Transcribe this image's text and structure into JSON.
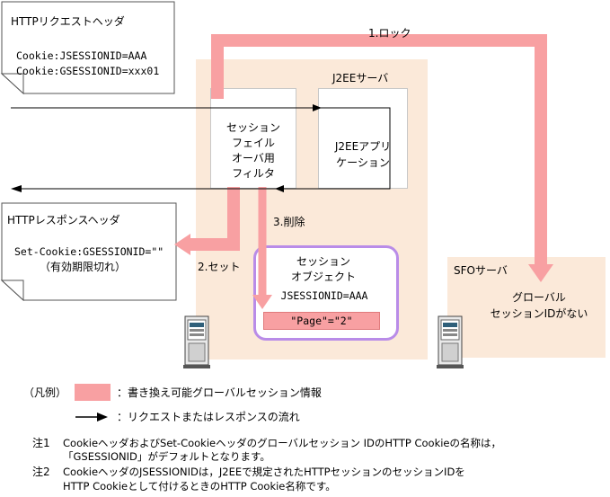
{
  "request_header": {
    "title": "HTTPリクエストヘッダ",
    "line1": "Cookie:JSESSIONID=AAA",
    "line2": "Cookie:GSESSIONID=xxx01"
  },
  "response_header": {
    "title": "HTTPレスポンスヘッダ",
    "line1": "Set-Cookie:GSESSIONID=\"\"",
    "line2": "（有効期限切れ）"
  },
  "j2ee_server": {
    "label": "J2EEサーバ",
    "filter": "セッション\nフェイル\nオーバ用\nフィルタ",
    "app": "J2EEアプリ\nケーション",
    "session_object": {
      "title": "セッション\nオブジェクト",
      "id": "JSESSIONID=AAA",
      "attribute": "\"Page\"=\"2\""
    }
  },
  "sfo_server": {
    "label": "SFOサーバ",
    "note": "グローバル\nセッションIDがない"
  },
  "steps": {
    "lock": "1.ロック",
    "set": "2.セット",
    "delete": "3.削除"
  },
  "legend": {
    "title": "（凡例）",
    "pink_item": "：書き換え可能グローバルセッション情報",
    "arrow_item": "：リクエストまたはレスポンスの流れ"
  },
  "notes": [
    {
      "label": "注1",
      "lines": [
        "CookieヘッダおよびSet-Cookieヘッダのグローバルセッション IDのHTTP Cookieの名称は，",
        "「GSESSIONID」がデフォルトとなります。"
      ]
    },
    {
      "label": "注2",
      "lines": [
        "CookieヘッダのJSESSIONIDは，J2EEで規定されたHTTPセッションのセッションIDを",
        "HTTP Cookieとして付けるときのHTTP Cookie名称です。"
      ]
    }
  ],
  "colors": {
    "pink": "#f8a0a2",
    "server_bg": "#fbe9d9",
    "purple": "#b98ce8"
  }
}
